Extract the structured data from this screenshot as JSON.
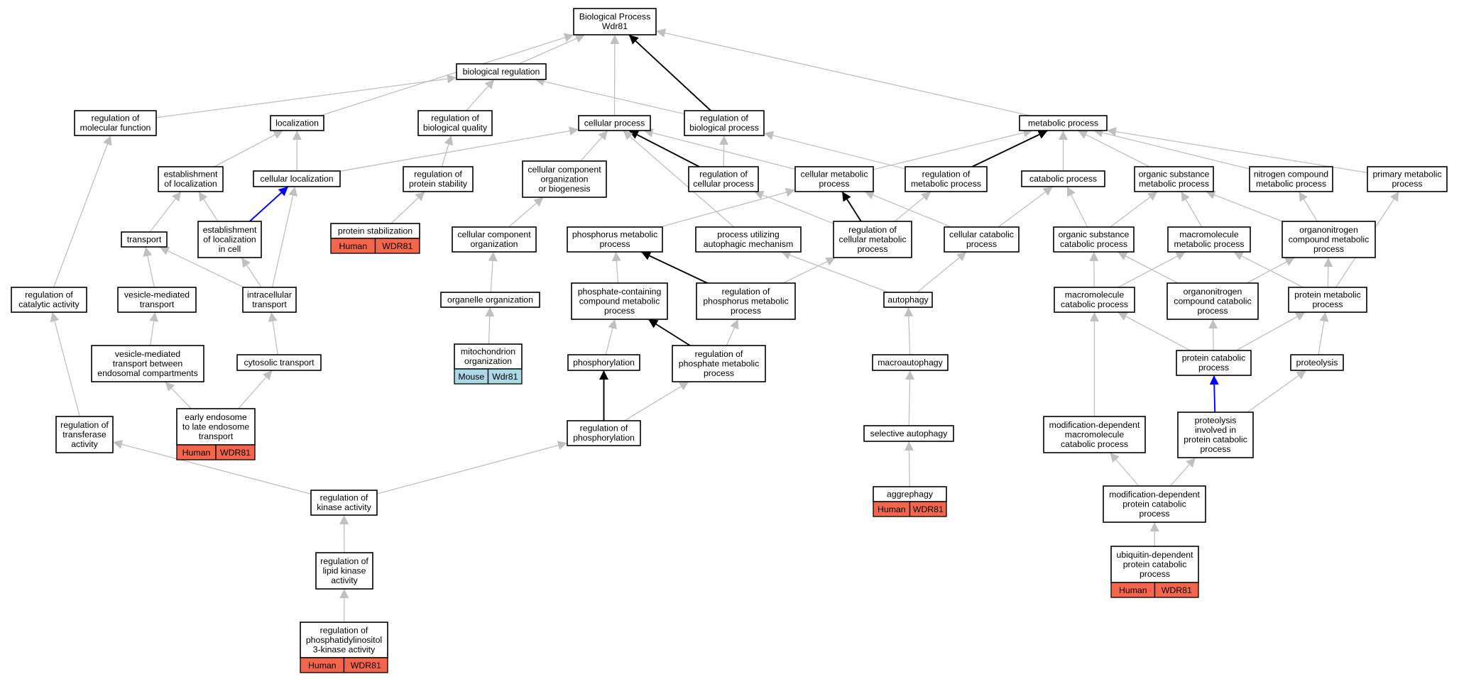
{
  "title": "Biological Process Wdr81",
  "colors": {
    "edge_default": "#c0c0c0",
    "edge_black": "#000000",
    "edge_blue": "#0000ff",
    "human_tag": "#f4664c",
    "mouse_tag": "#add8e6"
  },
  "nodes": [
    {
      "id": "bp",
      "lines": [
        "Biological Process",
        "Wdr81"
      ]
    },
    {
      "id": "bioreg",
      "lines": [
        "biological regulation"
      ]
    },
    {
      "id": "regmolfn",
      "lines": [
        "regulation of",
        "molecular function"
      ]
    },
    {
      "id": "localization",
      "lines": [
        "localization"
      ]
    },
    {
      "id": "regbioqual",
      "lines": [
        "regulation of",
        "biological quality"
      ]
    },
    {
      "id": "cellproc",
      "lines": [
        "cellular process"
      ]
    },
    {
      "id": "regbioproc",
      "lines": [
        "regulation of",
        "biological process"
      ]
    },
    {
      "id": "metaproc",
      "lines": [
        "metabolic process"
      ]
    },
    {
      "id": "estloc",
      "lines": [
        "establishment",
        "of localization"
      ]
    },
    {
      "id": "cellloc",
      "lines": [
        "cellular localization"
      ]
    },
    {
      "id": "regprotstab",
      "lines": [
        "regulation of",
        "protein stability"
      ]
    },
    {
      "id": "ccob",
      "lines": [
        "cellular component",
        "organization",
        "or biogenesis"
      ]
    },
    {
      "id": "regcellproc",
      "lines": [
        "regulation of",
        "cellular process"
      ]
    },
    {
      "id": "cellmetaproc",
      "lines": [
        "cellular metabolic",
        "process"
      ]
    },
    {
      "id": "regmetaproc",
      "lines": [
        "regulation of",
        "metabolic process"
      ]
    },
    {
      "id": "catproc",
      "lines": [
        "catabolic process"
      ]
    },
    {
      "id": "orgsubmeta",
      "lines": [
        "organic substance",
        "metabolic process"
      ]
    },
    {
      "id": "nitrocomp",
      "lines": [
        "nitrogen compound",
        "metabolic process"
      ]
    },
    {
      "id": "primmeta",
      "lines": [
        "primary metabolic",
        "process"
      ]
    },
    {
      "id": "transport",
      "lines": [
        "transport"
      ]
    },
    {
      "id": "estlocincell",
      "lines": [
        "establishment",
        "of localization",
        "in cell"
      ]
    },
    {
      "id": "protstab",
      "lines": [
        "protein stabilization"
      ],
      "tags": [
        "Human",
        "WDR81"
      ]
    },
    {
      "id": "ccorg",
      "lines": [
        "cellular component",
        "organization"
      ]
    },
    {
      "id": "phosmeta",
      "lines": [
        "phosphorus metabolic",
        "process"
      ]
    },
    {
      "id": "autophmech",
      "lines": [
        "process utilizing",
        "autophagic mechanism"
      ]
    },
    {
      "id": "regcellmeta",
      "lines": [
        "regulation of",
        "cellular metabolic",
        "process"
      ]
    },
    {
      "id": "cellcat",
      "lines": [
        "cellular catabolic",
        "process"
      ]
    },
    {
      "id": "orgsubcat",
      "lines": [
        "organic substance",
        "catabolic process"
      ]
    },
    {
      "id": "macromolmeta",
      "lines": [
        "macromolecule",
        "metabolic process"
      ]
    },
    {
      "id": "organonitmeta",
      "lines": [
        "organonitrogen",
        "compound metabolic",
        "process"
      ]
    },
    {
      "id": "regcatact",
      "lines": [
        "regulation of",
        "catalytic activity"
      ]
    },
    {
      "id": "vesmedtrans",
      "lines": [
        "vesicle-mediated",
        "transport"
      ]
    },
    {
      "id": "intracelltrans",
      "lines": [
        "intracellular",
        "transport"
      ]
    },
    {
      "id": "orgorg",
      "lines": [
        "organelle organization"
      ]
    },
    {
      "id": "phoscont",
      "lines": [
        "phosphate-containing",
        "compound metabolic",
        "process"
      ]
    },
    {
      "id": "regphosmeta",
      "lines": [
        "regulation of",
        "phosphorus metabolic",
        "process"
      ]
    },
    {
      "id": "autophagy",
      "lines": [
        "autophagy"
      ]
    },
    {
      "id": "macromolcat",
      "lines": [
        "macromolecule",
        "catabolic process"
      ]
    },
    {
      "id": "organonitcat",
      "lines": [
        "organonitrogen",
        "compound catabolic",
        "process"
      ]
    },
    {
      "id": "protmeta",
      "lines": [
        "protein metabolic",
        "process"
      ]
    },
    {
      "id": "vesendo",
      "lines": [
        "vesicle-mediated",
        "transport between",
        "endosomal compartments"
      ]
    },
    {
      "id": "cytotrans",
      "lines": [
        "cytosolic transport"
      ]
    },
    {
      "id": "mitoorg",
      "lines": [
        "mitochondrion",
        "organization"
      ],
      "tags": [
        "Mouse",
        "Wdr81"
      ],
      "tag_color": "mouse"
    },
    {
      "id": "phosphorylation",
      "lines": [
        "phosphorylation"
      ]
    },
    {
      "id": "regphosphate",
      "lines": [
        "regulation of",
        "phosphate metabolic",
        "process"
      ]
    },
    {
      "id": "macroautophagy",
      "lines": [
        "macroautophagy"
      ]
    },
    {
      "id": "protcat",
      "lines": [
        "protein catabolic",
        "process"
      ]
    },
    {
      "id": "proteolysis",
      "lines": [
        "proteolysis"
      ]
    },
    {
      "id": "regtransf",
      "lines": [
        "regulation of",
        "transferase",
        "activity"
      ]
    },
    {
      "id": "earlyendo",
      "lines": [
        "early endosome",
        "to late endosome",
        "transport"
      ],
      "tags": [
        "Human",
        "WDR81"
      ]
    },
    {
      "id": "regphosphorylation",
      "lines": [
        "regulation of",
        "phosphorylation"
      ]
    },
    {
      "id": "selautoph",
      "lines": [
        "selective autophagy"
      ]
    },
    {
      "id": "moddepmacro",
      "lines": [
        "modification-dependent",
        "macromolecule",
        "catabolic process"
      ]
    },
    {
      "id": "proteolysiscat",
      "lines": [
        "proteolysis",
        "involved in",
        "protein catabolic",
        "process"
      ]
    },
    {
      "id": "regkinase",
      "lines": [
        "regulation of",
        "kinase activity"
      ]
    },
    {
      "id": "aggrephagy",
      "lines": [
        "aggrephagy"
      ],
      "tags": [
        "Human",
        "WDR81"
      ]
    },
    {
      "id": "moddepprot",
      "lines": [
        "modification-dependent",
        "protein catabolic",
        "process"
      ]
    },
    {
      "id": "reglipkin",
      "lines": [
        "regulation of",
        "lipid kinase",
        "activity"
      ]
    },
    {
      "id": "ubidep",
      "lines": [
        "ubiquitin-dependent",
        "protein catabolic",
        "process"
      ],
      "tags": [
        "Human",
        "WDR81"
      ]
    },
    {
      "id": "regpi3k",
      "lines": [
        "regulation of",
        "phosphatidylinositol",
        "3-kinase activity"
      ],
      "tags": [
        "Human",
        "WDR81"
      ]
    }
  ],
  "edges": [
    [
      "bioreg",
      "bp",
      "grey"
    ],
    [
      "cellproc",
      "bp",
      "grey"
    ],
    [
      "regbioproc",
      "bp",
      "black"
    ],
    [
      "metaproc",
      "bp",
      "grey"
    ],
    [
      "localization",
      "bp",
      "grey"
    ],
    [
      "regmolfn",
      "bioreg",
      "grey"
    ],
    [
      "regbioqual",
      "bioreg",
      "grey"
    ],
    [
      "regbioproc",
      "bioreg",
      "grey"
    ],
    [
      "regcatact",
      "regmolfn",
      "grey"
    ],
    [
      "estloc",
      "localization",
      "grey"
    ],
    [
      "cellloc",
      "localization",
      "grey"
    ],
    [
      "regprotstab",
      "regbioqual",
      "grey"
    ],
    [
      "cellloc",
      "cellproc",
      "grey"
    ],
    [
      "ccob",
      "cellproc",
      "grey"
    ],
    [
      "regcellproc",
      "cellproc",
      "black"
    ],
    [
      "cellmetaproc",
      "cellproc",
      "grey"
    ],
    [
      "autophmech",
      "cellproc",
      "grey"
    ],
    [
      "regcellproc",
      "regbioproc",
      "grey"
    ],
    [
      "regmetaproc",
      "regbioproc",
      "grey"
    ],
    [
      "cellmetaproc",
      "metaproc",
      "grey"
    ],
    [
      "regmetaproc",
      "metaproc",
      "black"
    ],
    [
      "catproc",
      "metaproc",
      "grey"
    ],
    [
      "orgsubmeta",
      "metaproc",
      "grey"
    ],
    [
      "nitrocomp",
      "metaproc",
      "grey"
    ],
    [
      "primmeta",
      "metaproc",
      "grey"
    ],
    [
      "transport",
      "estloc",
      "grey"
    ],
    [
      "estlocincell",
      "estloc",
      "grey"
    ],
    [
      "estlocincell",
      "cellloc",
      "blue"
    ],
    [
      "intracelltrans",
      "cellloc",
      "grey"
    ],
    [
      "protstab",
      "regprotstab",
      "grey"
    ],
    [
      "ccorg",
      "ccob",
      "grey"
    ],
    [
      "regcellmeta",
      "regcellproc",
      "grey"
    ],
    [
      "phosmeta",
      "cellmetaproc",
      "grey"
    ],
    [
      "regcellmeta",
      "cellmetaproc",
      "black"
    ],
    [
      "cellcat",
      "cellmetaproc",
      "grey"
    ],
    [
      "regcellmeta",
      "regmetaproc",
      "grey"
    ],
    [
      "cellcat",
      "catproc",
      "grey"
    ],
    [
      "orgsubcat",
      "catproc",
      "grey"
    ],
    [
      "orgsubcat",
      "orgsubmeta",
      "grey"
    ],
    [
      "macromolmeta",
      "orgsubmeta",
      "grey"
    ],
    [
      "organonitmeta",
      "orgsubmeta",
      "grey"
    ],
    [
      "organonitmeta",
      "nitrocomp",
      "grey"
    ],
    [
      "protmeta",
      "primmeta",
      "grey"
    ],
    [
      "vesmedtrans",
      "transport",
      "grey"
    ],
    [
      "intracelltrans",
      "transport",
      "grey"
    ],
    [
      "intracelltrans",
      "estlocincell",
      "grey"
    ],
    [
      "orgorg",
      "ccorg",
      "grey"
    ],
    [
      "phoscont",
      "phosmeta",
      "grey"
    ],
    [
      "regphosmeta",
      "phosmeta",
      "black"
    ],
    [
      "autophagy",
      "autophmech",
      "grey"
    ],
    [
      "regphosmeta",
      "regcellmeta",
      "grey"
    ],
    [
      "autophagy",
      "cellcat",
      "grey"
    ],
    [
      "macromolcat",
      "orgsubcat",
      "grey"
    ],
    [
      "organonitcat",
      "orgsubcat",
      "grey"
    ],
    [
      "macromolcat",
      "macromolmeta",
      "grey"
    ],
    [
      "protmeta",
      "macromolmeta",
      "grey"
    ],
    [
      "organonitcat",
      "organonitmeta",
      "grey"
    ],
    [
      "protmeta",
      "organonitmeta",
      "grey"
    ],
    [
      "vesendo",
      "vesmedtrans",
      "grey"
    ],
    [
      "cytotrans",
      "intracelltrans",
      "grey"
    ],
    [
      "mitoorg",
      "orgorg",
      "grey"
    ],
    [
      "phosphorylation",
      "phoscont",
      "grey"
    ],
    [
      "regphosphate",
      "phoscont",
      "black"
    ],
    [
      "regphosphate",
      "regphosmeta",
      "grey"
    ],
    [
      "macroautophagy",
      "autophagy",
      "grey"
    ],
    [
      "protcat",
      "macromolcat",
      "grey"
    ],
    [
      "moddepmacro",
      "macromolcat",
      "grey"
    ],
    [
      "protcat",
      "organonitcat",
      "grey"
    ],
    [
      "protcat",
      "protmeta",
      "grey"
    ],
    [
      "proteolysis",
      "protmeta",
      "grey"
    ],
    [
      "earlyendo",
      "vesendo",
      "grey"
    ],
    [
      "earlyendo",
      "cytotrans",
      "grey"
    ],
    [
      "regphosphorylation",
      "phosphorylation",
      "black"
    ],
    [
      "regphosphorylation",
      "regphosphate",
      "grey"
    ],
    [
      "selautoph",
      "macroautophagy",
      "grey"
    ],
    [
      "proteolysiscat",
      "protcat",
      "blue"
    ],
    [
      "proteolysiscat",
      "proteolysis",
      "grey"
    ],
    [
      "regtransf",
      "regcatact",
      "grey"
    ],
    [
      "regkinase",
      "regtransf",
      "grey"
    ],
    [
      "regkinase",
      "regphosphorylation",
      "grey"
    ],
    [
      "aggrephagy",
      "selautoph",
      "grey"
    ],
    [
      "moddepprot",
      "moddepmacro",
      "grey"
    ],
    [
      "moddepprot",
      "proteolysiscat",
      "grey"
    ],
    [
      "reglipkin",
      "regkinase",
      "grey"
    ],
    [
      "ubidep",
      "moddepprot",
      "grey"
    ],
    [
      "regpi3k",
      "reglipkin",
      "grey"
    ]
  ]
}
